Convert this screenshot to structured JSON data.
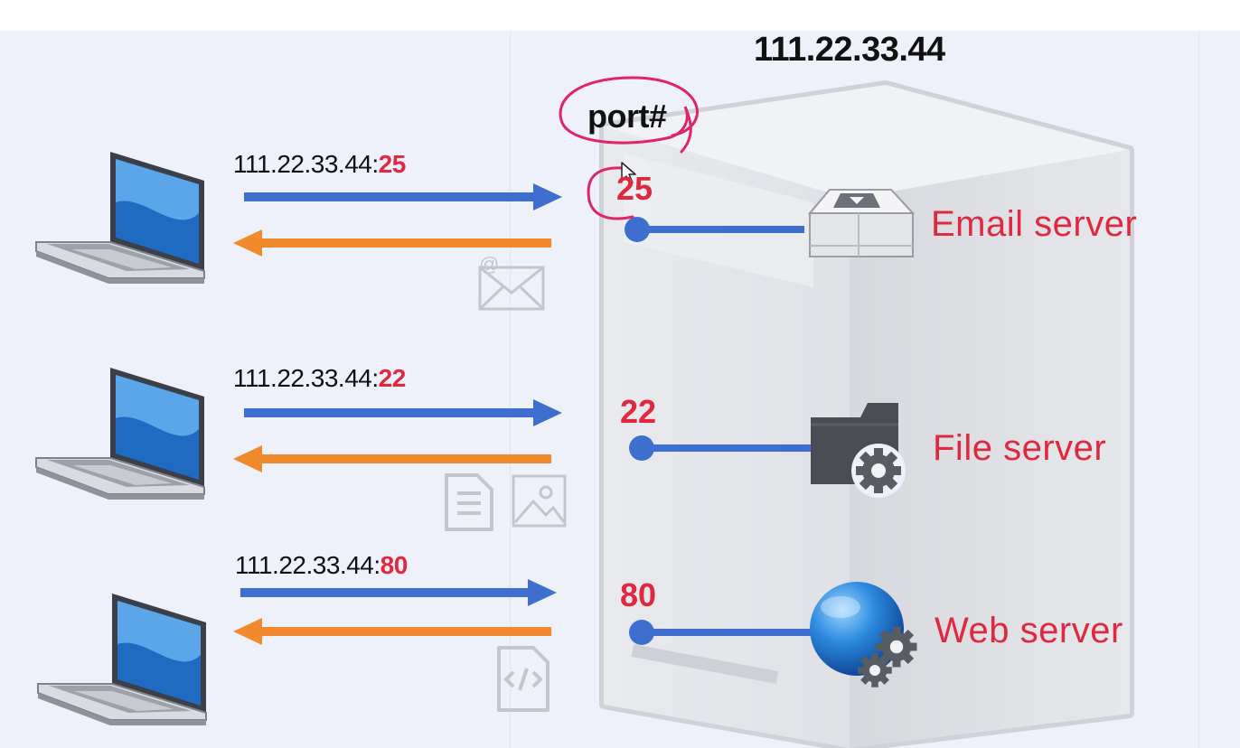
{
  "server": {
    "ip": "111.22.33.44",
    "port_label": "port#"
  },
  "colors": {
    "request_arrow": "#3f6fce",
    "response_arrow": "#f08a2c",
    "port_red": "#e0283f",
    "annotation_pen": "#e0246a"
  },
  "rows": [
    {
      "addr_host": "111.22.33.44:",
      "addr_port": "25",
      "port": "25",
      "service": "Email server",
      "service_icon": "email-server-icon",
      "payload_icons": [
        "email-icon"
      ]
    },
    {
      "addr_host": "111.22.33.44:",
      "addr_port": "22",
      "port": "22",
      "service": "File server",
      "service_icon": "file-server-icon",
      "payload_icons": [
        "document-icon",
        "image-icon"
      ]
    },
    {
      "addr_host": "111.22.33.44:",
      "addr_port": "80",
      "port": "80",
      "service": "Web server",
      "service_icon": "web-server-icon",
      "payload_icons": [
        "code-file-icon"
      ]
    }
  ]
}
